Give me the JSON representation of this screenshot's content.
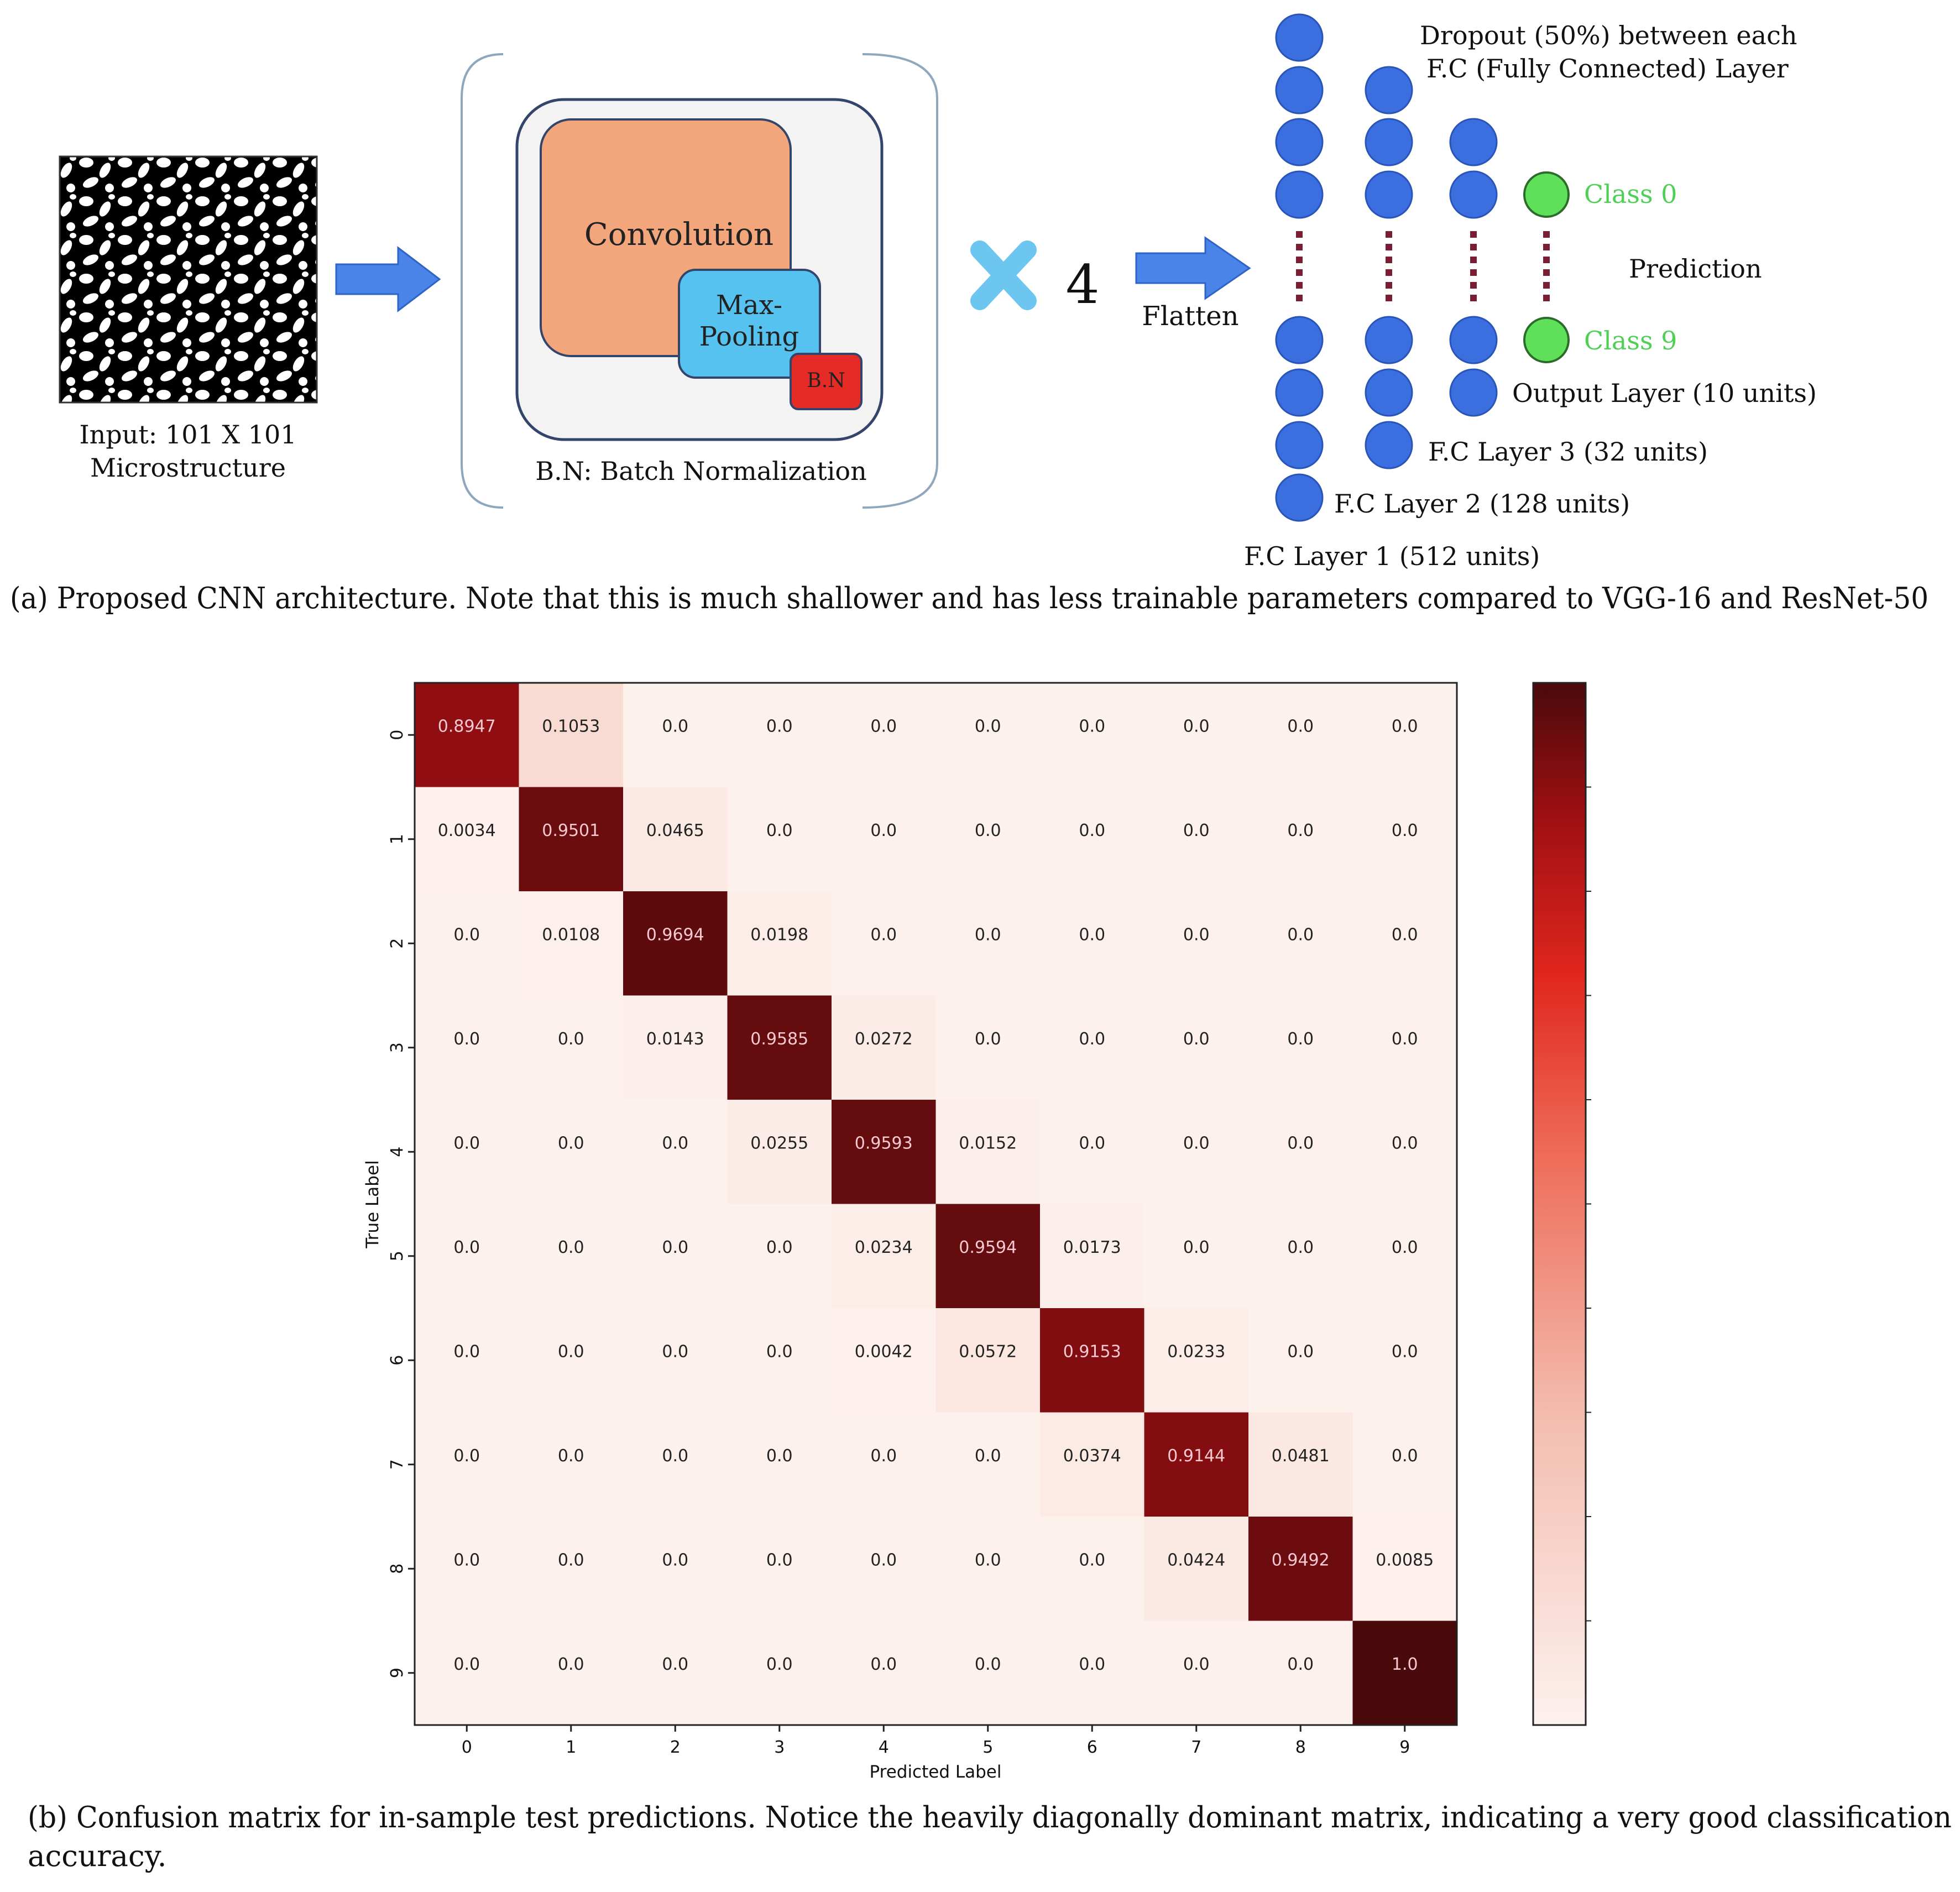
{
  "panel_a": {
    "input_label_line1": "Input: 101 X 101",
    "input_label_line2": "Microstructure",
    "conv_label": "Convolution",
    "maxpool_line1": "Max-",
    "maxpool_line2": "Pooling",
    "bn_label": "B.N",
    "bn_caption": "B.N: Batch Normalization",
    "repeat_count": "4",
    "flatten_label": "Flatten",
    "dropout_line1": "Dropout (50%) between each",
    "dropout_line2": "F.C (Fully Connected) Layer",
    "class0_label": "Class 0",
    "class9_label": "Class 9",
    "prediction_label": "Prediction",
    "output_layer_label": "Output Layer (10 units)",
    "fc3_label": "F.C Layer 3 (32 units)",
    "fc2_label": "F.C Layer 2 (128 units)",
    "fc1_label": "F.C Layer 1 (512 units)",
    "caption": "(a) Proposed CNN architecture. Note that this is much shallower and has less trainable parameters compared to VGG-16 and ResNet-50",
    "colors": {
      "neuron": "#3b6fe0",
      "neuron_stroke": "#2a55b8",
      "output_neuron": "#5fe05a",
      "class_text": "#4fcf55",
      "conv": "#f3a67c",
      "maxpool": "#56c2ef",
      "bn": "#e52b26",
      "arrow": "#4a84e8",
      "times": "#6cc6ef",
      "dots": "#7a1f33"
    }
  },
  "panel_b": {
    "caption_line1": "(b) Confusion matrix for in-sample test predictions. Notice the heavily diagonally dominant matrix, indicating a very good classification",
    "caption_line2": "accuracy."
  },
  "chart_data": {
    "type": "heatmap",
    "xlabel": "Predicted Label",
    "ylabel": "True Label",
    "x_tick_labels": [
      "0",
      "1",
      "2",
      "3",
      "4",
      "5",
      "6",
      "7",
      "8",
      "9"
    ],
    "y_tick_labels": [
      "0",
      "1",
      "2",
      "3",
      "4",
      "5",
      "6",
      "7",
      "8",
      "9"
    ],
    "value_range": [
      0,
      1
    ],
    "colormap": "Reds",
    "colorbar": true,
    "matrix": [
      [
        0.8947,
        0.1053,
        0.0,
        0.0,
        0.0,
        0.0,
        0.0,
        0.0,
        0.0,
        0.0
      ],
      [
        0.0034,
        0.9501,
        0.0465,
        0.0,
        0.0,
        0.0,
        0.0,
        0.0,
        0.0,
        0.0
      ],
      [
        0.0,
        0.0108,
        0.9694,
        0.0198,
        0.0,
        0.0,
        0.0,
        0.0,
        0.0,
        0.0
      ],
      [
        0.0,
        0.0,
        0.0143,
        0.9585,
        0.0272,
        0.0,
        0.0,
        0.0,
        0.0,
        0.0
      ],
      [
        0.0,
        0.0,
        0.0,
        0.0255,
        0.9593,
        0.0152,
        0.0,
        0.0,
        0.0,
        0.0
      ],
      [
        0.0,
        0.0,
        0.0,
        0.0,
        0.0234,
        0.9594,
        0.0173,
        0.0,
        0.0,
        0.0
      ],
      [
        0.0,
        0.0,
        0.0,
        0.0,
        0.0042,
        0.0572,
        0.9153,
        0.0233,
        0.0,
        0.0
      ],
      [
        0.0,
        0.0,
        0.0,
        0.0,
        0.0,
        0.0,
        0.0374,
        0.9144,
        0.0481,
        0.0
      ],
      [
        0.0,
        0.0,
        0.0,
        0.0,
        0.0,
        0.0,
        0.0,
        0.0424,
        0.9492,
        0.0085
      ],
      [
        0.0,
        0.0,
        0.0,
        0.0,
        0.0,
        0.0,
        0.0,
        0.0,
        0.0,
        1.0
      ]
    ],
    "cell_labels": [
      [
        "0.8947",
        "0.1053",
        "0.0",
        "0.0",
        "0.0",
        "0.0",
        "0.0",
        "0.0",
        "0.0",
        "0.0"
      ],
      [
        "0.0034",
        "0.9501",
        "0.0465",
        "0.0",
        "0.0",
        "0.0",
        "0.0",
        "0.0",
        "0.0",
        "0.0"
      ],
      [
        "0.0",
        "0.0108",
        "0.9694",
        "0.0198",
        "0.0",
        "0.0",
        "0.0",
        "0.0",
        "0.0",
        "0.0"
      ],
      [
        "0.0",
        "0.0",
        "0.0143",
        "0.9585",
        "0.0272",
        "0.0",
        "0.0",
        "0.0",
        "0.0",
        "0.0"
      ],
      [
        "0.0",
        "0.0",
        "0.0",
        "0.0255",
        "0.9593",
        "0.0152",
        "0.0",
        "0.0",
        "0.0",
        "0.0"
      ],
      [
        "0.0",
        "0.0",
        "0.0",
        "0.0",
        "0.0234",
        "0.9594",
        "0.0173",
        "0.0",
        "0.0",
        "0.0"
      ],
      [
        "0.0",
        "0.0",
        "0.0",
        "0.0",
        "0.0042",
        "0.0572",
        "0.9153",
        "0.0233",
        "0.0",
        "0.0"
      ],
      [
        "0.0",
        "0.0",
        "0.0",
        "0.0",
        "0.0",
        "0.0",
        "0.0374",
        "0.9144",
        "0.0481",
        "0.0"
      ],
      [
        "0.0",
        "0.0",
        "0.0",
        "0.0",
        "0.0",
        "0.0",
        "0.0",
        "0.0424",
        "0.9492",
        "0.0085"
      ],
      [
        "0.0",
        "0.0",
        "0.0",
        "0.0",
        "0.0",
        "0.0",
        "0.0",
        "0.0",
        "0.0",
        "1.0"
      ]
    ]
  }
}
